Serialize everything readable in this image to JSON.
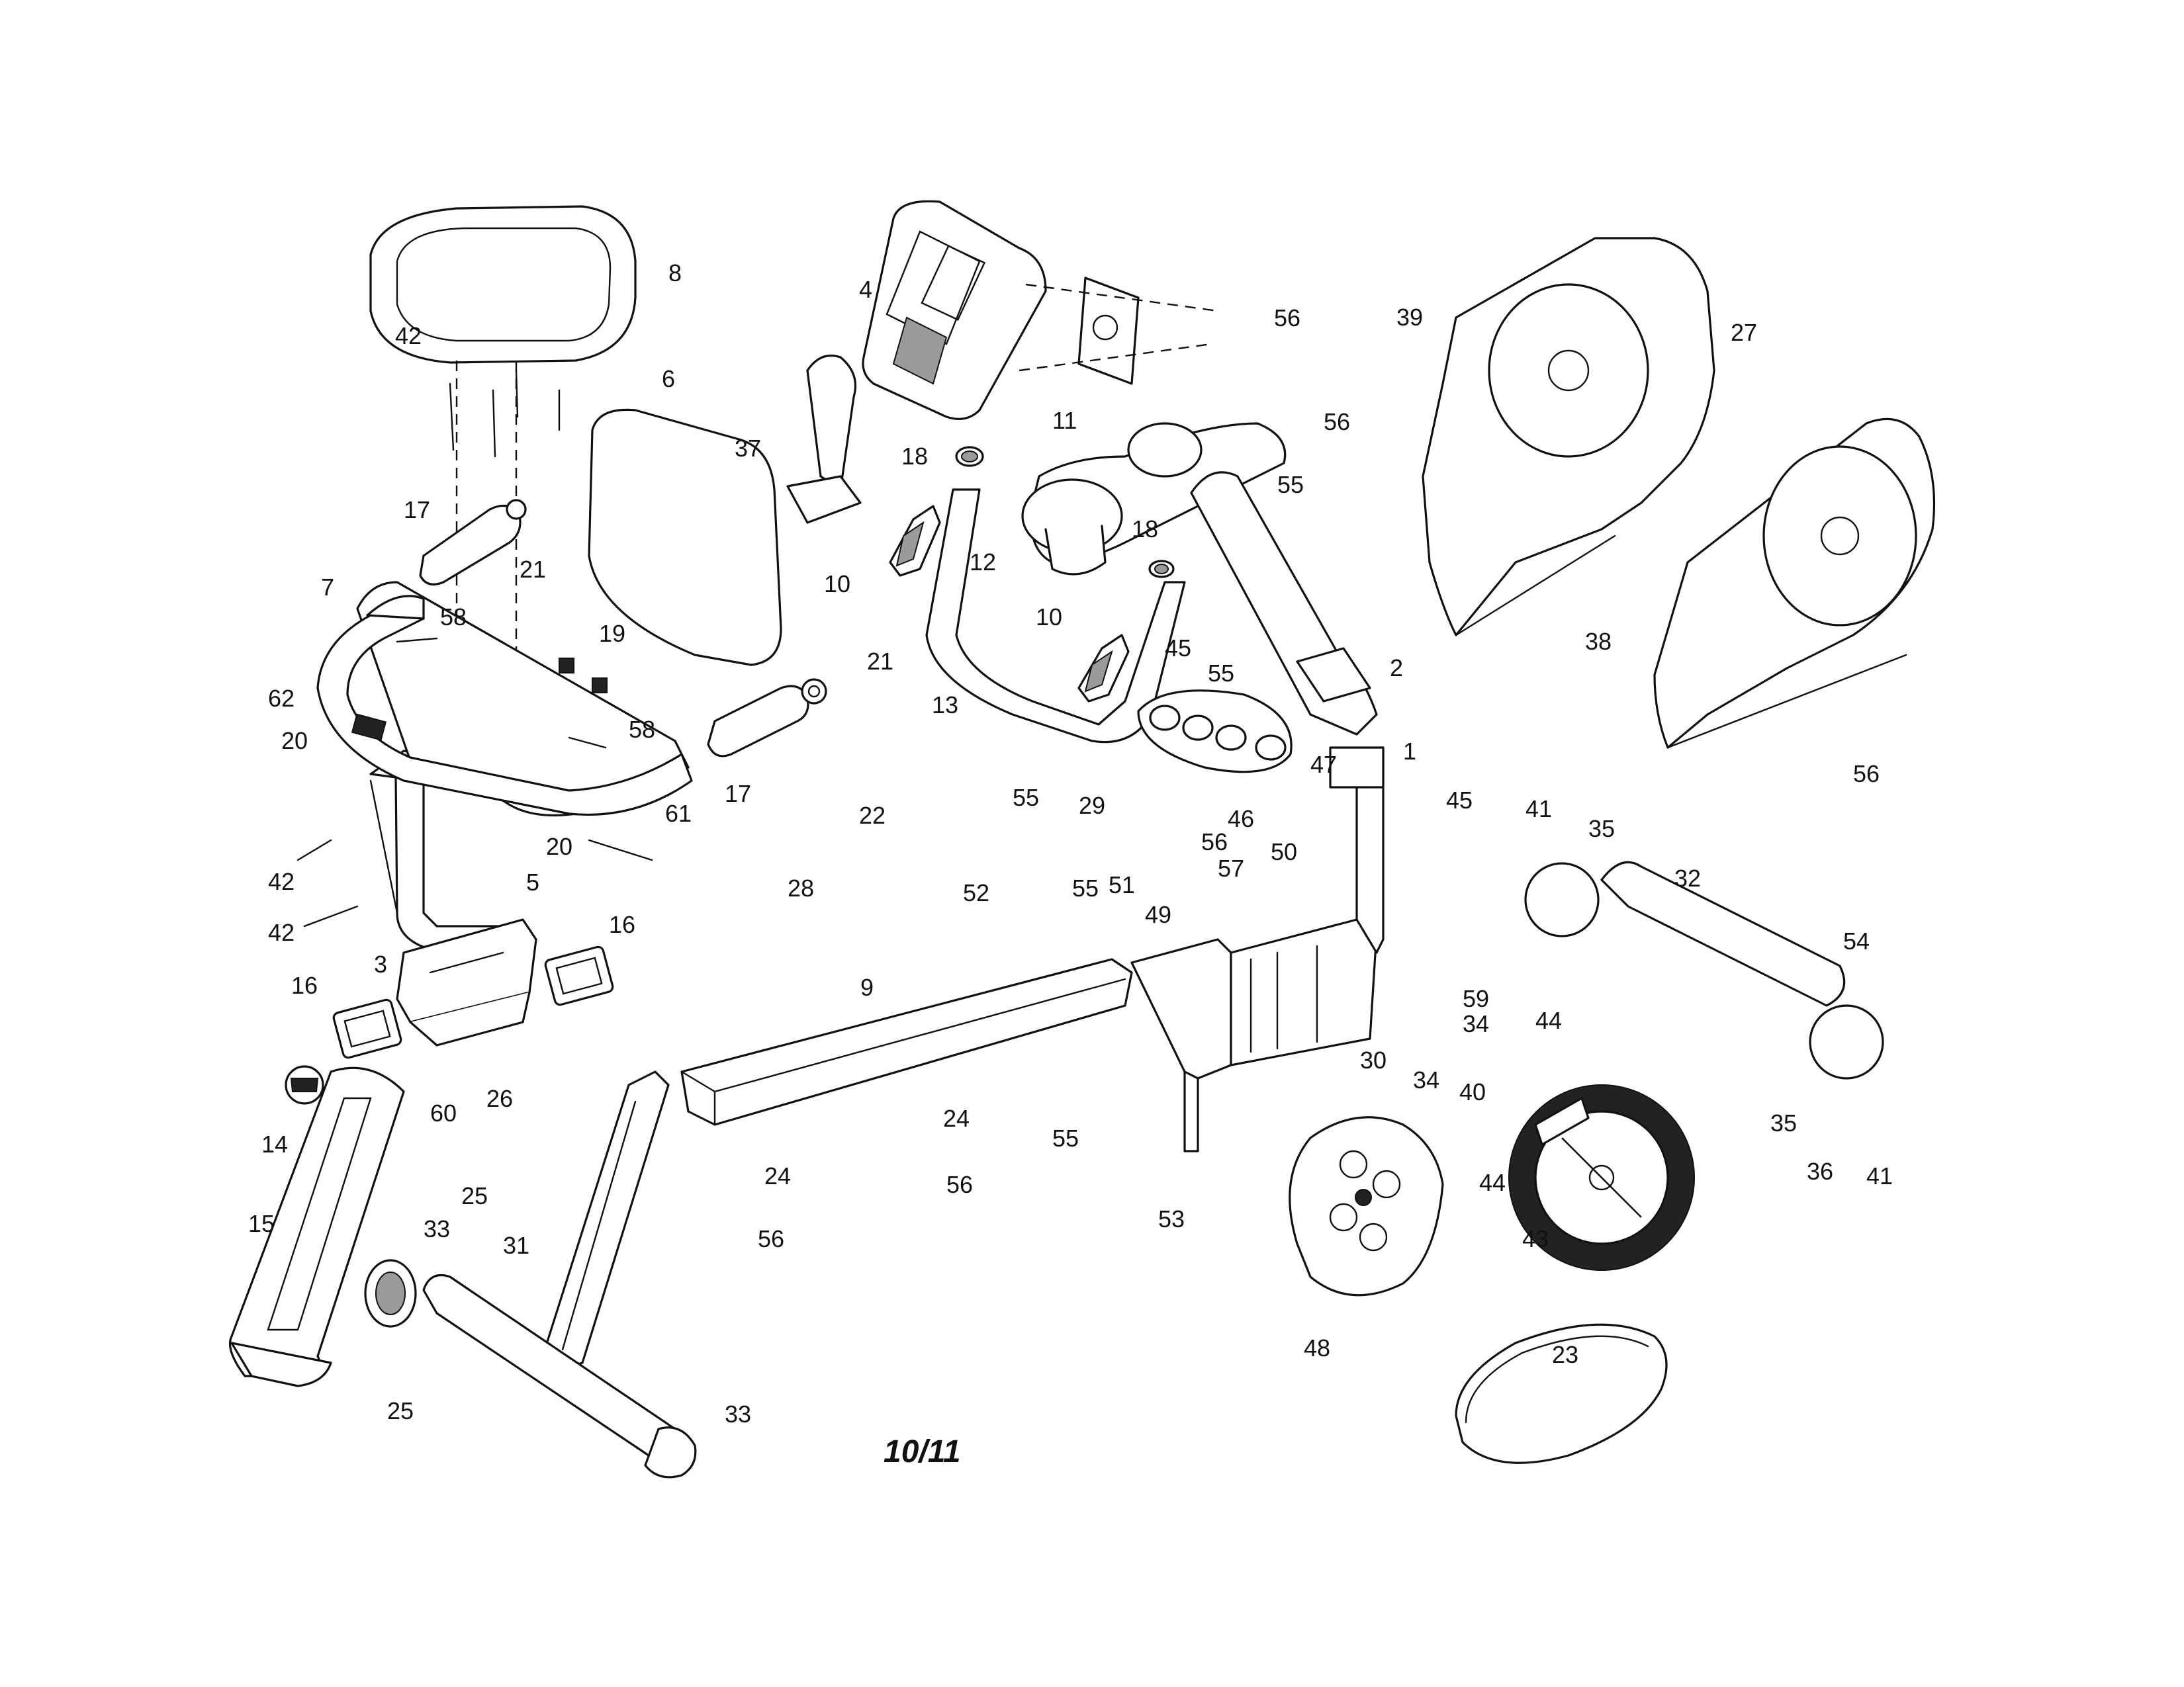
{
  "diagram": {
    "date_code": "10/11",
    "labels": {
      "n1": "1",
      "n2": "2",
      "n3": "3",
      "n4": "4",
      "n5": "5",
      "n6": "6",
      "n7": "7",
      "n8": "8",
      "n9": "9",
      "n10": "10",
      "n11": "11",
      "n12": "12",
      "n13": "13",
      "n14": "14",
      "n15": "15",
      "n16": "16",
      "n17": "17",
      "n18": "18",
      "n19": "19",
      "n20": "20",
      "n21": "21",
      "n22": "22",
      "n23": "23",
      "n24": "24",
      "n25": "25",
      "n26": "26",
      "n27": "27",
      "n28": "28",
      "n29": "29",
      "n30": "30",
      "n31": "31",
      "n32": "32",
      "n33": "33",
      "n34": "34",
      "n35": "35",
      "n36": "36",
      "n37": "37",
      "n38": "38",
      "n39": "39",
      "n40": "40",
      "n41": "41",
      "n42": "42",
      "n43": "43",
      "n44": "44",
      "n45": "45",
      "n46": "46",
      "n47": "47",
      "n48": "48",
      "n49": "49",
      "n50": "50",
      "n51": "51",
      "n52": "52",
      "n53": "53",
      "n54": "54",
      "n55": "55",
      "n56": "56",
      "n57": "57",
      "n58": "58",
      "n59": "59",
      "n60": "60",
      "n61": "61",
      "n62": "62"
    }
  }
}
